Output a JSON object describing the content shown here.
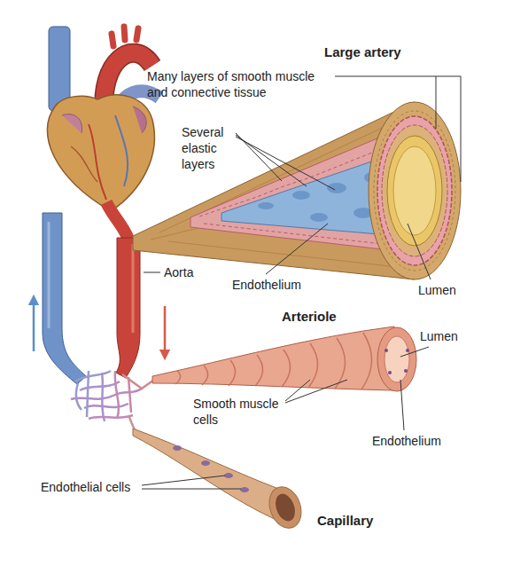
{
  "diagram": {
    "labels": [
      "Large artery",
      "Many layers of smooth muscle and connective tissue",
      "Several elastic layers",
      "Aorta",
      "Endothelium",
      "Lumen",
      "Arteriole",
      "Lumen",
      "Smooth muscle cells",
      "Endothelium",
      "Endothelial cells",
      "Capillary"
    ]
  }
}
